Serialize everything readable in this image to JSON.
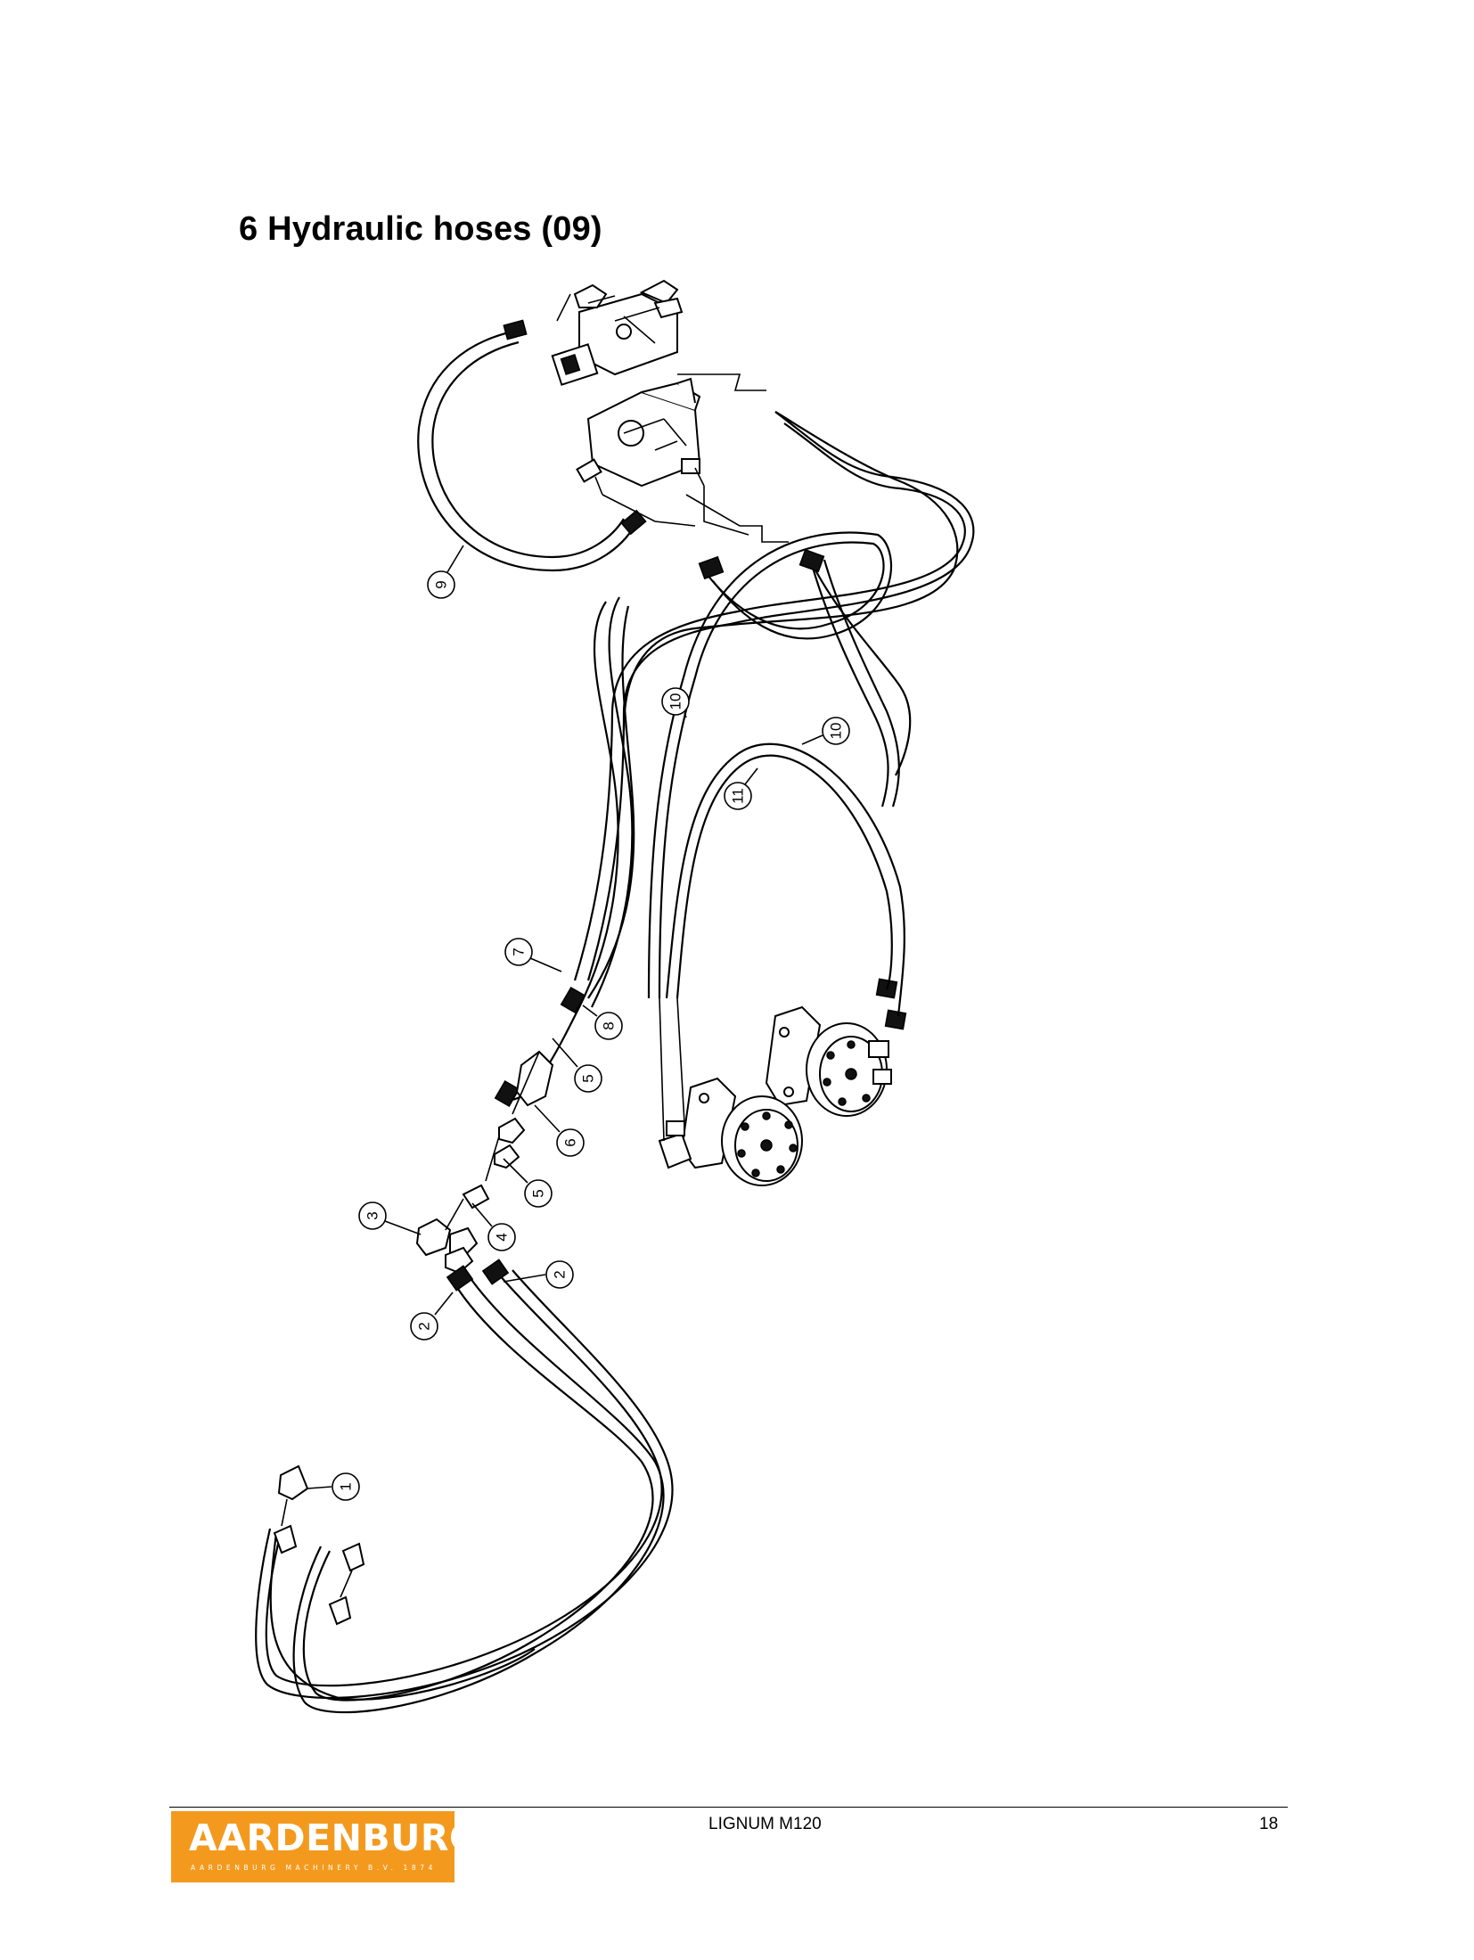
{
  "page": {
    "title": "6 Hydraulic hoses (09)"
  },
  "diagram": {
    "callouts": [
      "1",
      "2",
      "2",
      "3",
      "4",
      "5",
      "5",
      "6",
      "7",
      "8",
      "9",
      "10",
      "10",
      "11"
    ]
  },
  "footer": {
    "logo_word": "AARDENBURG",
    "logo_tagline": "AARDENBURG MACHINERY B.V. 1874",
    "document": "LIGNUM M120",
    "page_number": "18"
  },
  "colors": {
    "logo_background": "#f39a1e",
    "logo_text": "#ffffff",
    "line_art": "#000000"
  }
}
